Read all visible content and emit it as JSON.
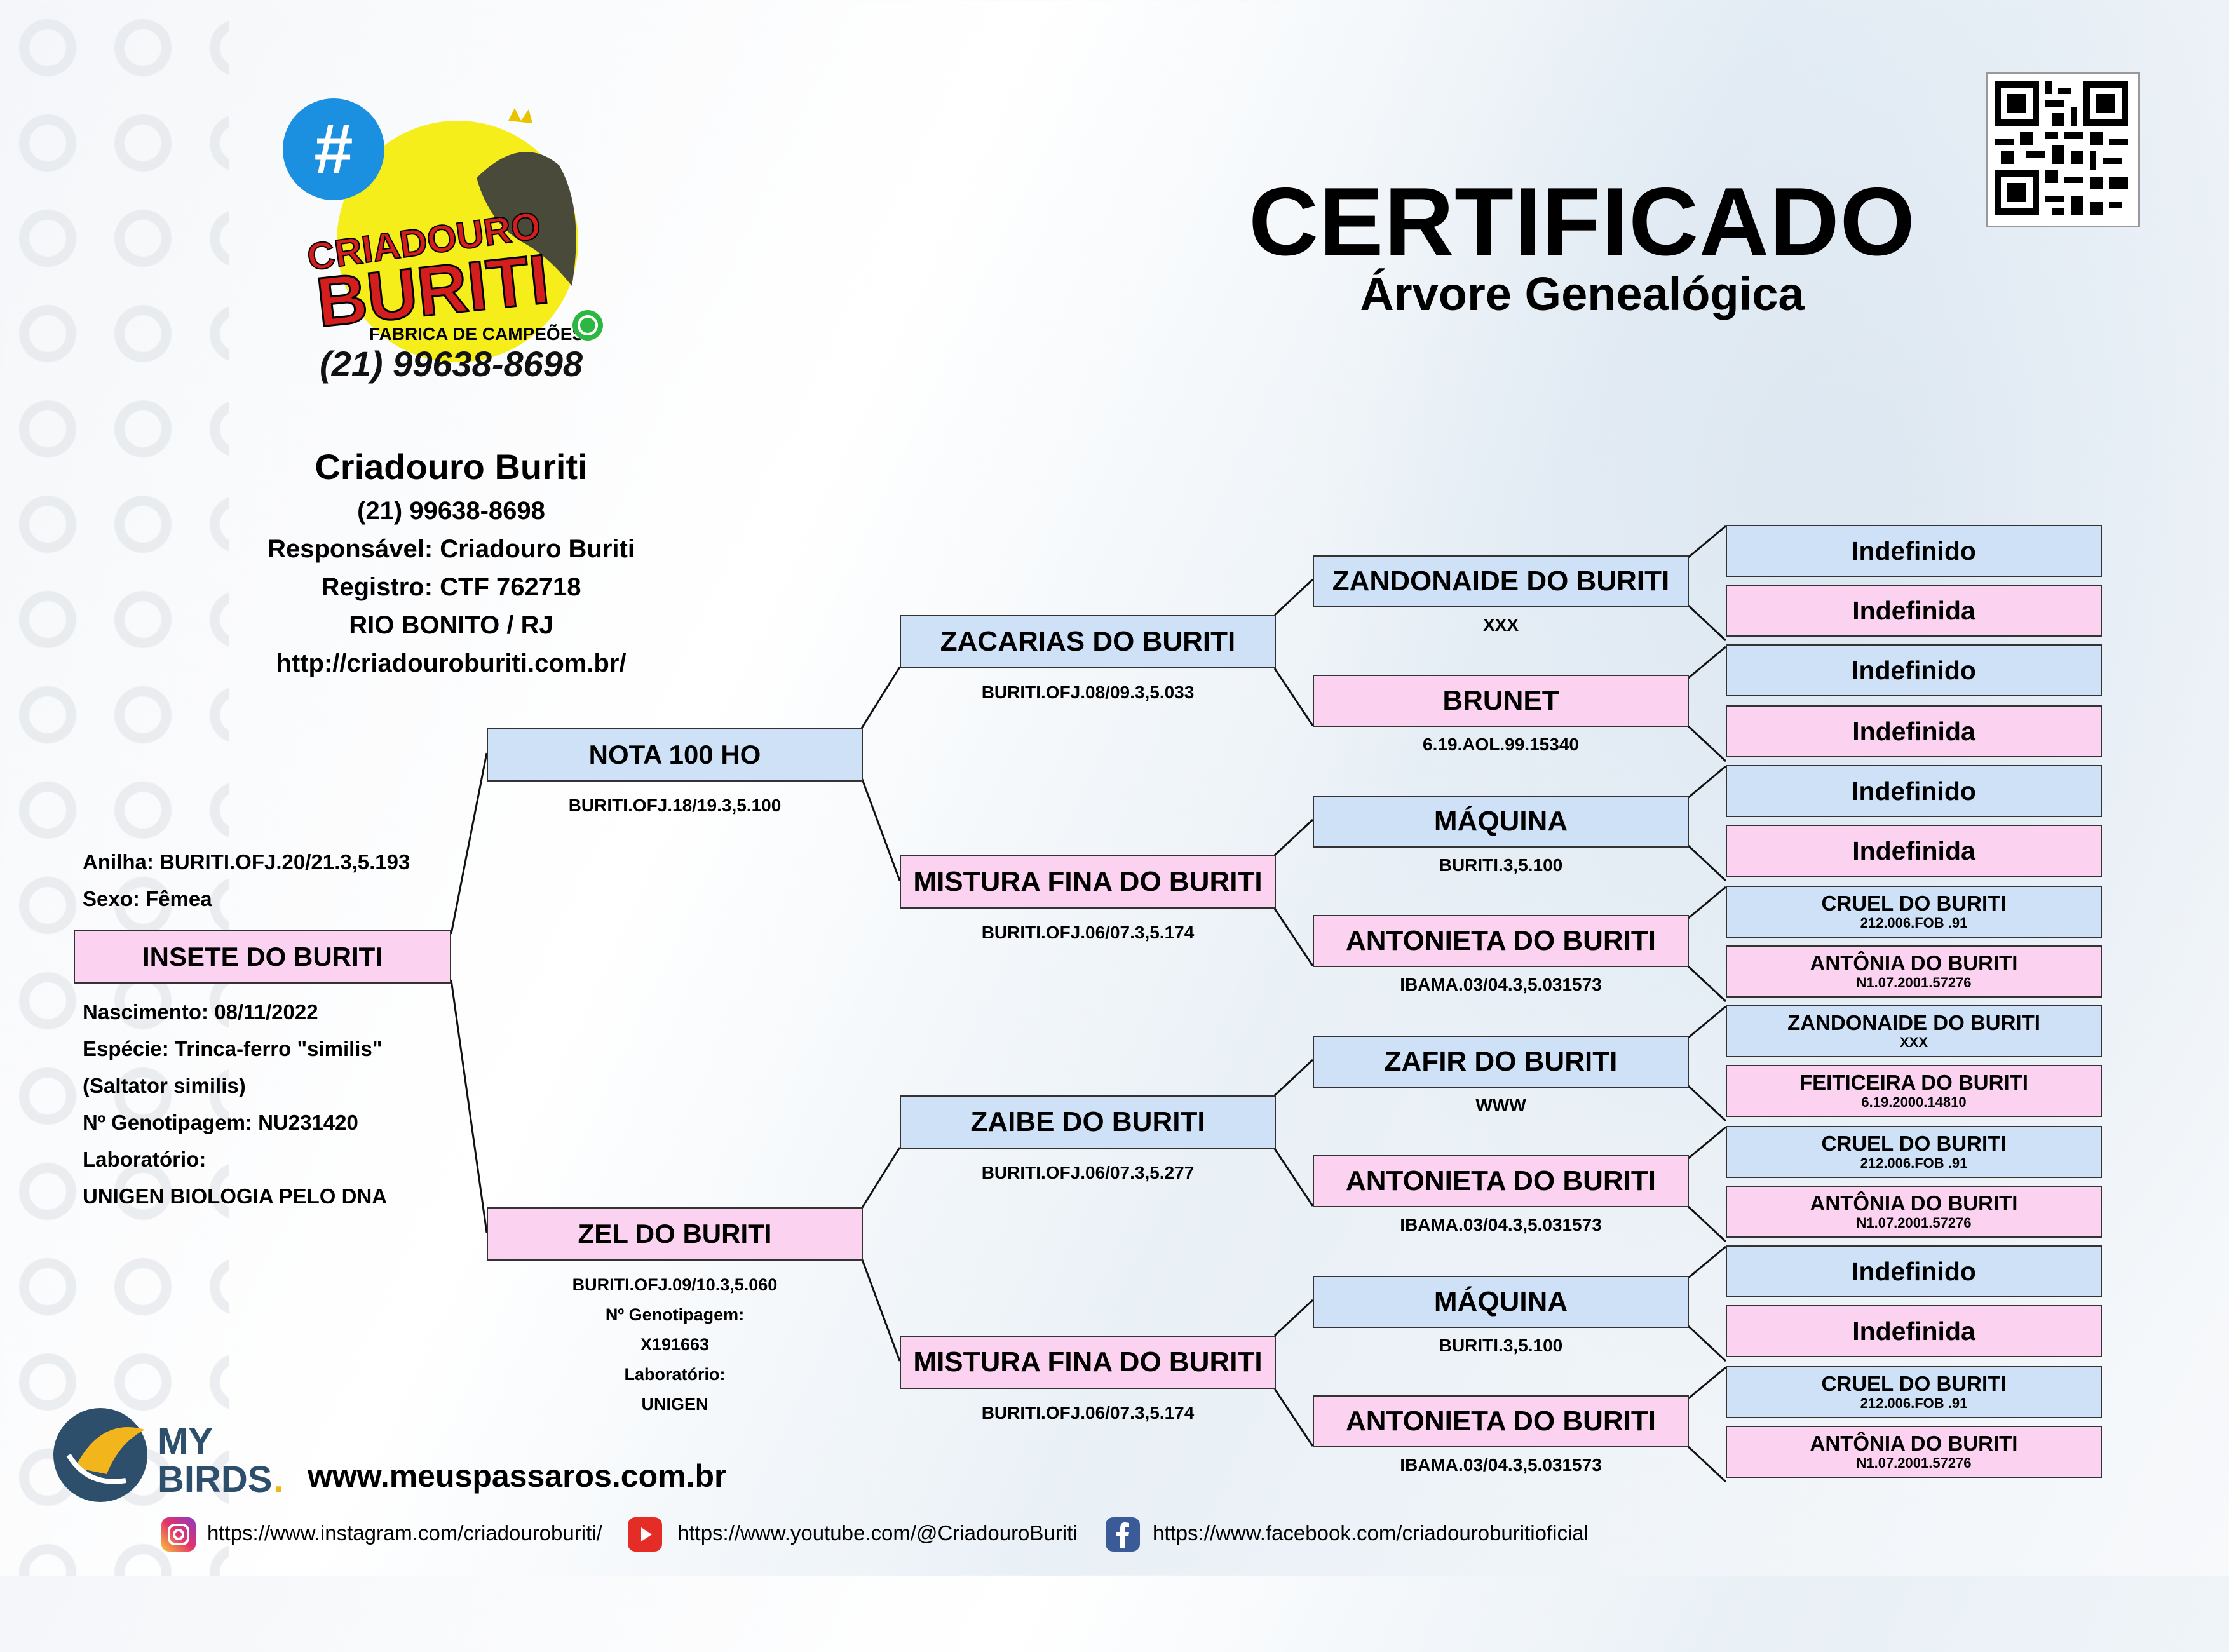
{
  "header": {
    "title": "CERTIFICADO",
    "subtitle": "Árvore Genealógica",
    "logo": {
      "badge_symbol": "#",
      "line1": "CRIADOURO",
      "line2": "BURITI",
      "tagline": "FABRICA DE CAMPEÕES",
      "phone": "(21) 99638-8698",
      "icon": "whatsapp-icon"
    },
    "qr_icon": "qr-code"
  },
  "breeder": {
    "name": "Criadouro Buriti",
    "phone": "(21) 99638-8698",
    "responsavel": "Responsável: Criadouro Buriti",
    "registro": "Registro: CTF 762718",
    "cidade": "RIO BONITO / RJ",
    "site": "http://criadouroburiti.com.br/"
  },
  "subject": {
    "anilha": "Anilha: BURITI.OFJ.20/21.3,5.193",
    "sexo": "Sexo: Fêmea",
    "name": "INSETE DO BURITI",
    "nascimento": "Nascimento: 08/11/2022",
    "especie": "Espécie: Trinca-ferro \"similis\"",
    "especie_lat": "(Saltator similis)",
    "genotipagem": "Nº Genotipagem: NU231420",
    "laboratorio_label": "Laboratório:",
    "laboratorio": "UNIGEN BIOLOGIA PELO DNA"
  },
  "parents": {
    "father": {
      "name": "NOTA 100 HO",
      "ring": "BURITI.OFJ.18/19.3,5.100"
    },
    "mother": {
      "name": "ZEL DO BURITI",
      "ring": "BURITI.OFJ.09/10.3,5.060",
      "geno_label": "Nº Genotipagem:",
      "geno": "X191663",
      "lab_label": "Laboratório:",
      "lab": "UNIGEN"
    }
  },
  "grandparents": [
    {
      "name": "ZACARIAS DO BURITI",
      "ring": "BURITI.OFJ.08/09.3,5.033"
    },
    {
      "name": "MISTURA FINA DO BURITI",
      "ring": "BURITI.OFJ.06/07.3,5.174"
    },
    {
      "name": "ZAIBE DO BURITI",
      "ring": "BURITI.OFJ.06/07.3,5.277"
    },
    {
      "name": "MISTURA FINA DO BURITI",
      "ring": "BURITI.OFJ.06/07.3,5.174"
    }
  ],
  "great_grandparents": [
    {
      "name": "ZANDONAIDE DO BURITI",
      "ring": "XXX"
    },
    {
      "name": "BRUNET",
      "ring": "6.19.AOL.99.15340"
    },
    {
      "name": "MÁQUINA",
      "ring": "BURITI.3,5.100"
    },
    {
      "name": "ANTONIETA DO BURITI",
      "ring": "IBAMA.03/04.3,5.031573"
    },
    {
      "name": "ZAFIR DO BURITI",
      "ring": "WWW"
    },
    {
      "name": "ANTONIETA DO BURITI",
      "ring": "IBAMA.03/04.3,5.031573"
    },
    {
      "name": "MÁQUINA",
      "ring": "BURITI.3,5.100"
    },
    {
      "name": "ANTONIETA DO BURITI",
      "ring": "IBAMA.03/04.3,5.031573"
    }
  ],
  "gen4": [
    {
      "name": "Indefinido",
      "ring": ""
    },
    {
      "name": "Indefinida",
      "ring": ""
    },
    {
      "name": "Indefinido",
      "ring": ""
    },
    {
      "name": "Indefinida",
      "ring": ""
    },
    {
      "name": "Indefinido",
      "ring": ""
    },
    {
      "name": "Indefinida",
      "ring": ""
    },
    {
      "name": "CRUEL DO BURITI",
      "ring": "212.006.FOB .91"
    },
    {
      "name": "ANTÔNIA DO BURITI",
      "ring": "N1.07.2001.57276"
    },
    {
      "name": "ZANDONAIDE DO BURITI",
      "ring": "XXX"
    },
    {
      "name": "FEITICEIRA DO BURITI",
      "ring": "6.19.2000.14810"
    },
    {
      "name": "CRUEL DO BURITI",
      "ring": "212.006.FOB .91"
    },
    {
      "name": "ANTÔNIA DO BURITI",
      "ring": "N1.07.2001.57276"
    },
    {
      "name": "Indefinido",
      "ring": ""
    },
    {
      "name": "Indefinida",
      "ring": ""
    },
    {
      "name": "CRUEL DO BURITI",
      "ring": "212.006.FOB .91"
    },
    {
      "name": "ANTÔNIA DO BURITI",
      "ring": "N1.07.2001.57276"
    }
  ],
  "footer": {
    "mybirds_line1": "MY",
    "mybirds_line2": "BIRDS",
    "mybirds_dot": ".",
    "mybirds_url": "www.meuspassaros.com.br",
    "instagram": "https://www.instagram.com/criadouroburiti/",
    "youtube": "https://www.youtube.com/@CriadouroBuriti",
    "facebook": "https://www.facebook.com/criadouroburitioficial"
  },
  "colors": {
    "male_box": "#cfe1f7",
    "female_box": "#fbd3f0",
    "border": "#333333"
  }
}
